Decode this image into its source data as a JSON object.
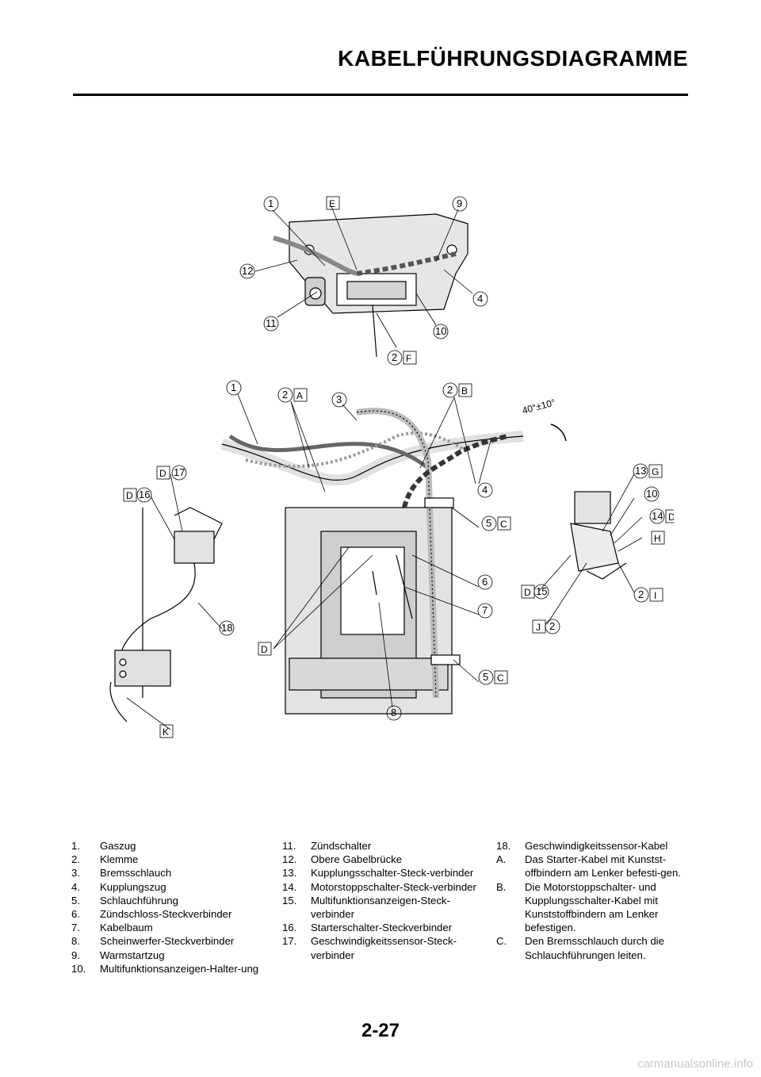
{
  "header": {
    "title": "KABELFÜHRUNGSDIAGRAMME"
  },
  "figure": {
    "callouts_top": [
      "1",
      "E",
      "9",
      "12",
      "4",
      "11",
      "10",
      "2",
      "F"
    ],
    "callouts_main": [
      "1",
      "2",
      "A",
      "3",
      "2",
      "B",
      "40°±10°",
      "D",
      "17",
      "D",
      "16",
      "13",
      "G",
      "10",
      "4",
      "14",
      "D",
      "H",
      "5",
      "C",
      "6",
      "D",
      "15",
      "2",
      "I",
      "7",
      "18",
      "J",
      "2",
      "D",
      "5",
      "C",
      "8",
      "K"
    ]
  },
  "legend": {
    "col1": [
      {
        "n": "1.",
        "t": "Gaszug"
      },
      {
        "n": "2.",
        "t": "Klemme"
      },
      {
        "n": "3.",
        "t": "Bremsschlauch"
      },
      {
        "n": "4.",
        "t": "Kupplungszug"
      },
      {
        "n": "5.",
        "t": "Schlauchführung"
      },
      {
        "n": "6.",
        "t": "Zündschloss-Steckverbinder"
      },
      {
        "n": "7.",
        "t": "Kabelbaum"
      },
      {
        "n": "8.",
        "t": "Scheinwerfer-Steckverbinder"
      },
      {
        "n": "9.",
        "t": "Warmstartzug"
      },
      {
        "n": "10.",
        "t": "Multifunktionsanzeigen-Halter-ung"
      }
    ],
    "col2": [
      {
        "n": "11.",
        "t": "Zündschalter"
      },
      {
        "n": "12.",
        "t": "Obere Gabelbrücke"
      },
      {
        "n": "13.",
        "t": "Kupplungsschalter-Steck-verbinder"
      },
      {
        "n": "14.",
        "t": "Motorstoppschalter-Steck-verbinder"
      },
      {
        "n": "15.",
        "t": "Multifunktionsanzeigen-Steck-verbinder"
      },
      {
        "n": "16.",
        "t": "Starterschalter-Steckverbinder"
      },
      {
        "n": "17.",
        "t": "Geschwindigkeitssensor-Steck-verbinder"
      }
    ],
    "col3": [
      {
        "n": "18.",
        "t": "Geschwindigkeitssensor-Kabel"
      },
      {
        "n": "A.",
        "t": "Das Starter-Kabel mit Kunstst-offbindern am Lenker befesti-gen."
      },
      {
        "n": "B.",
        "t": "Die Motorstoppschalter- und Kupplungsschalter-Kabel mit Kunststoffbindern am Lenker befestigen."
      },
      {
        "n": "C.",
        "t": "Den Bremsschlauch durch die Schlauchführungen leiten."
      }
    ]
  },
  "footer": {
    "page": "2-27",
    "watermark": "carmanualsonline.info"
  }
}
